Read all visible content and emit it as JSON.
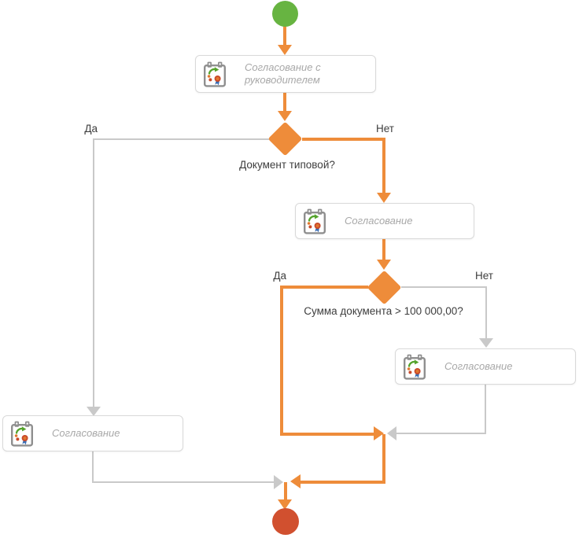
{
  "colors": {
    "flow-orange": "#ee8c3a",
    "flow-gray": "#c9c9c9",
    "start-green": "#67b441",
    "end-red": "#d1502f",
    "box-border": "#d9d9d9",
    "box-bg": "#ffffff",
    "box-text": "#a8a8a8",
    "label-text": "#3d3d3d",
    "icon-frame": "#8f8f8f",
    "icon-green": "#55a32c",
    "icon-orange": "#e0772e",
    "icon-red": "#c94a2a",
    "icon-blue": "#3c6eb4"
  },
  "nodes": {
    "task_manager": {
      "label": "Согласование с руководителем",
      "icon": "approval-calendar-icon"
    },
    "task_approval": {
      "label": "Согласование",
      "icon": "approval-calendar-icon"
    },
    "task_approval_large_sum": {
      "label": "Согласование",
      "icon": "approval-calendar-icon"
    },
    "task_approval_typical": {
      "label": "Согласование",
      "icon": "approval-calendar-icon"
    },
    "gateway_typical": {
      "question": "Документ типовой?",
      "yes_label": "Да",
      "no_label": "Нет"
    },
    "gateway_sum": {
      "question": "Сумма документа > 100 000,00?",
      "yes_label": "Да",
      "no_label": "Нет"
    }
  }
}
